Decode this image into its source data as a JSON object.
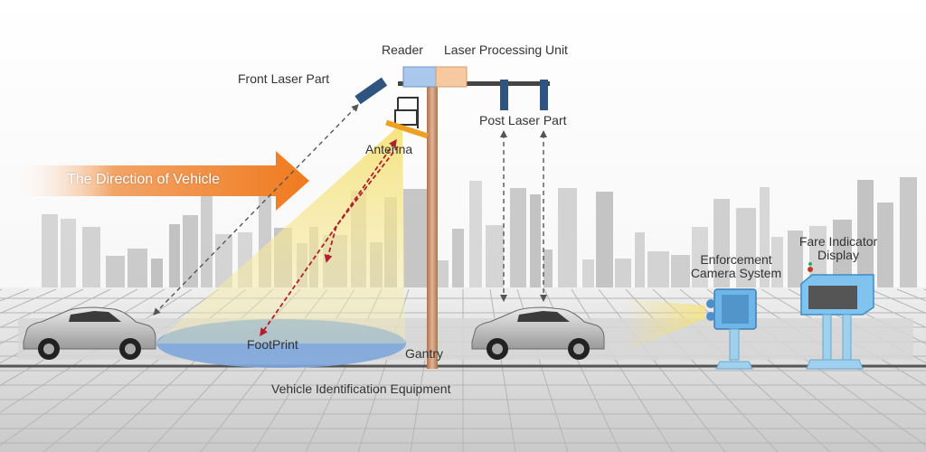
{
  "labels": {
    "reader": "Reader",
    "laser_processing_unit": "Laser Processing Unit",
    "front_laser_part": "Front Laser Part",
    "post_laser_part": "Post Laser Part",
    "antenna": "Antenna",
    "direction_of_vehicle": "The Direction of Vehicle",
    "footprint": "FootPrint",
    "gantry": "Gantry",
    "vehicle_identification_equipment": "Vehicle Identification Equipment",
    "enforcement_camera_system": "Enforcement\nCamera System",
    "fare_indicator_display": "Fare Indicator\nDisplay"
  },
  "colors": {
    "direction_arrow": "#f07a1e",
    "reader_box": "#a9c8ec",
    "processing_unit_box": "#f6c9a0",
    "laser_part": "#2f5480",
    "antenna": "#f0a020",
    "footprint": "#7ea7db",
    "beam": "#f5e27a",
    "signal_arrow": "#b0202a",
    "gantry_pole": "#c88a66",
    "road": "#d9d9d9",
    "skyline": "#b9b9b9"
  }
}
